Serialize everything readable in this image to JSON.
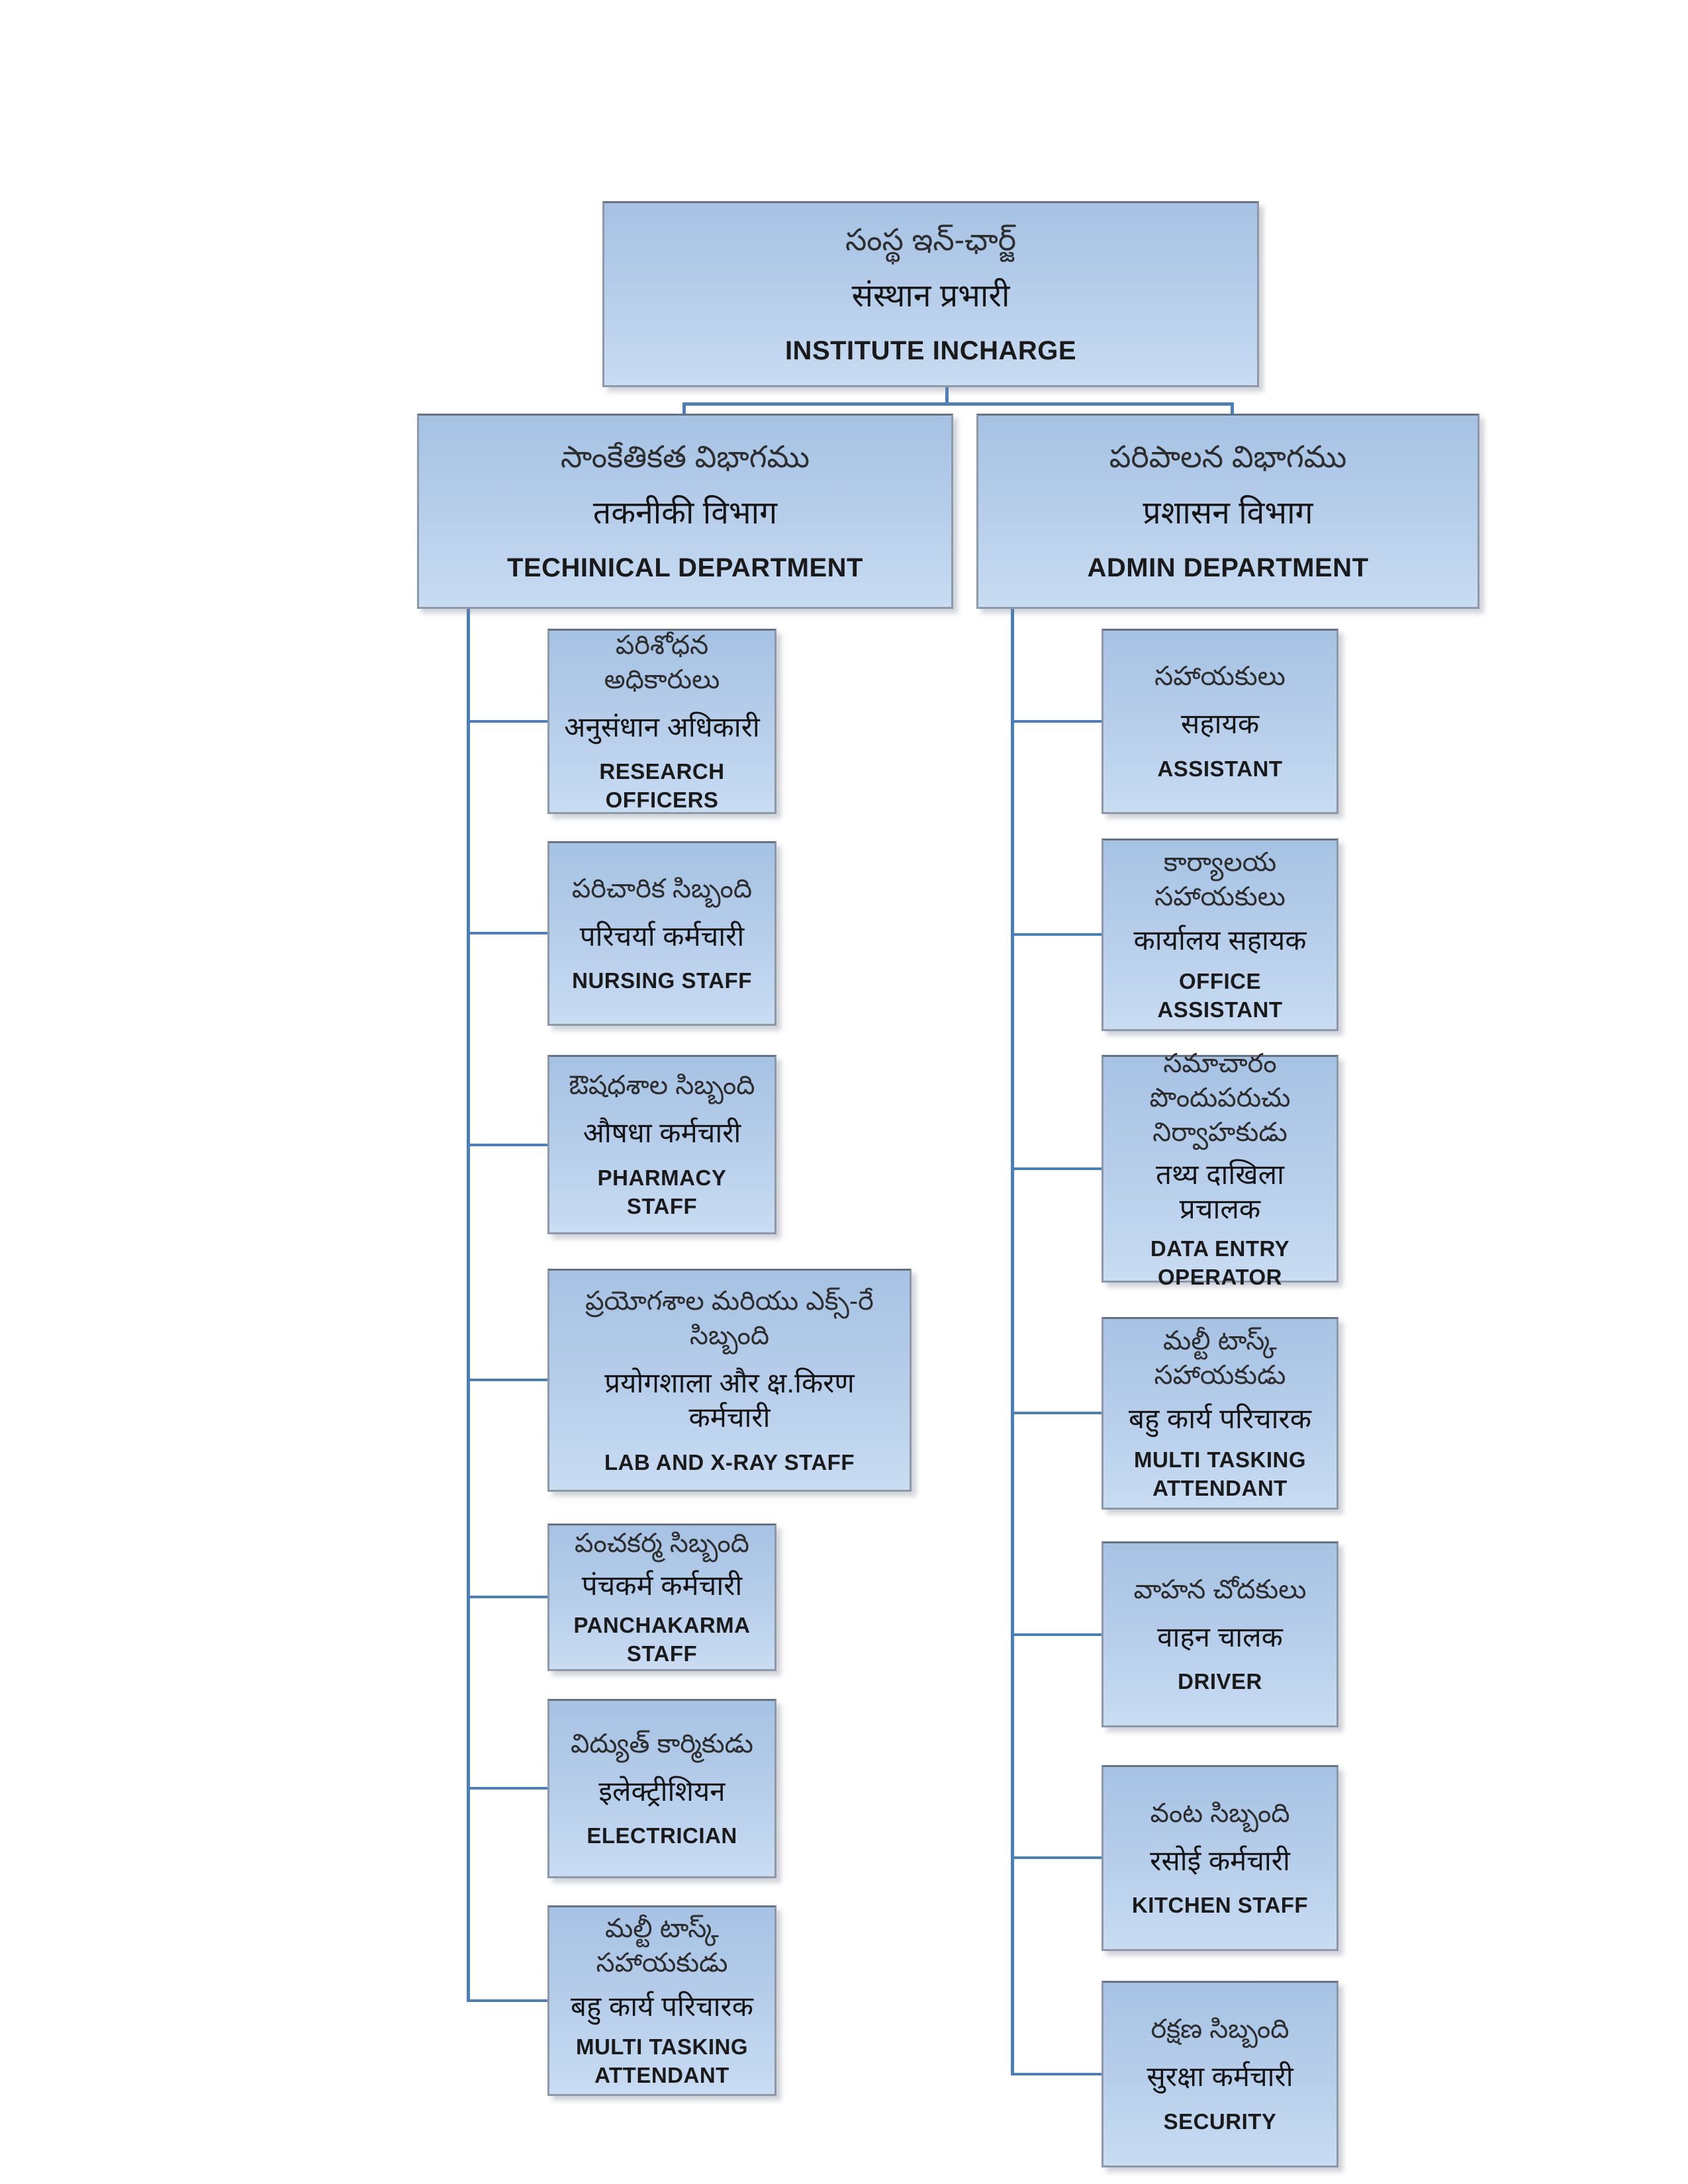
{
  "style": {
    "connector_color": "#4a7fbc",
    "node_fill_top": "#a6c2e4",
    "node_fill_mid": "#b8cfeb",
    "node_fill_bottom": "#c8dcf2",
    "node_border": "#8d99a8",
    "node_border_top": "#66727f",
    "text_color": "#1f1f1f"
  },
  "root": {
    "te": "సంస్థ ఇన్-ఛార్జ్",
    "hi": "संस्थान  प्रभारी",
    "en": "INSTITUTE INCHARGE"
  },
  "departments": [
    {
      "te": "సాంకేతికత విభాగము",
      "hi": "तकनीकी विभाग",
      "en": "TECHINICAL  DEPARTMENT",
      "children": [
        {
          "te": "పరిశోధన అధికారులు",
          "hi": "अनुसंधान अधिकारी",
          "en": "RESEARCH OFFICERS"
        },
        {
          "te": "పరిచారిక సిబ్బంది",
          "hi": "परिचर्या कर्मचारी",
          "en": "NURSING  STAFF"
        },
        {
          "te": "ఔషధశాల సిబ్బంది",
          "hi": "औषधा कर्मचारी",
          "en": "PHARMACY STAFF"
        },
        {
          "te": "ప్రయోగశాల మరియు ఎక్స్-రే సిబ్బంది",
          "hi": "प्रयोगशाला और क्ष.किरण कर्मचारी",
          "en": "LAB AND X-RAY STAFF"
        },
        {
          "te": "పంచకర్మ సిబ్బంది",
          "hi": "पंचकर्म कर्मचारी",
          "en": "PANCHAKARMA STAFF"
        },
        {
          "te": "విద్యుత్ కార్మికుడు",
          "hi": "इलेक्ट्रीशियन",
          "en": "ELECTRICIAN"
        },
        {
          "te": "మల్టీ టాస్క్ సహాయకుడు",
          "hi": "बहु कार्य परिचारक",
          "en": "MULTI  TASKING ATTENDANT"
        }
      ]
    },
    {
      "te": "పరిపాలన విభాగము",
      "hi": "प्रशासन विभाग",
      "en": "ADMIN DEPARTMENT",
      "children": [
        {
          "te": "సహాయకులు",
          "hi": "सहायक",
          "en": "ASSISTANT"
        },
        {
          "te": "కార్యాలయ సహాయకులు",
          "hi": "कार्यालय सहायक",
          "en": "OFFICE ASSISTANT"
        },
        {
          "te": "సమాచారం పొందుపరుచు నిర్వాహకుడు",
          "hi": "तथ्य दाखिला प्रचालक",
          "en": "DATA ENTRY OPERATOR"
        },
        {
          "te": "మల్టీ టాస్క్ సహాయకుడు",
          "hi": "बहु कार्य परिचारक",
          "en": "MULTI  TASKING ATTENDANT"
        },
        {
          "te": "వాహన చోదకులు",
          "hi": "वाहन चालक",
          "en": "DRIVER"
        },
        {
          "te": "వంట సిబ్బంది",
          "hi": "रसोई कर्मचारी",
          "en": "KITCHEN STAFF"
        },
        {
          "te": "రక్షణ సిబ్బంది",
          "hi": "सुरक्षा कर्मचारी",
          "en": "SECURITY"
        }
      ]
    }
  ]
}
